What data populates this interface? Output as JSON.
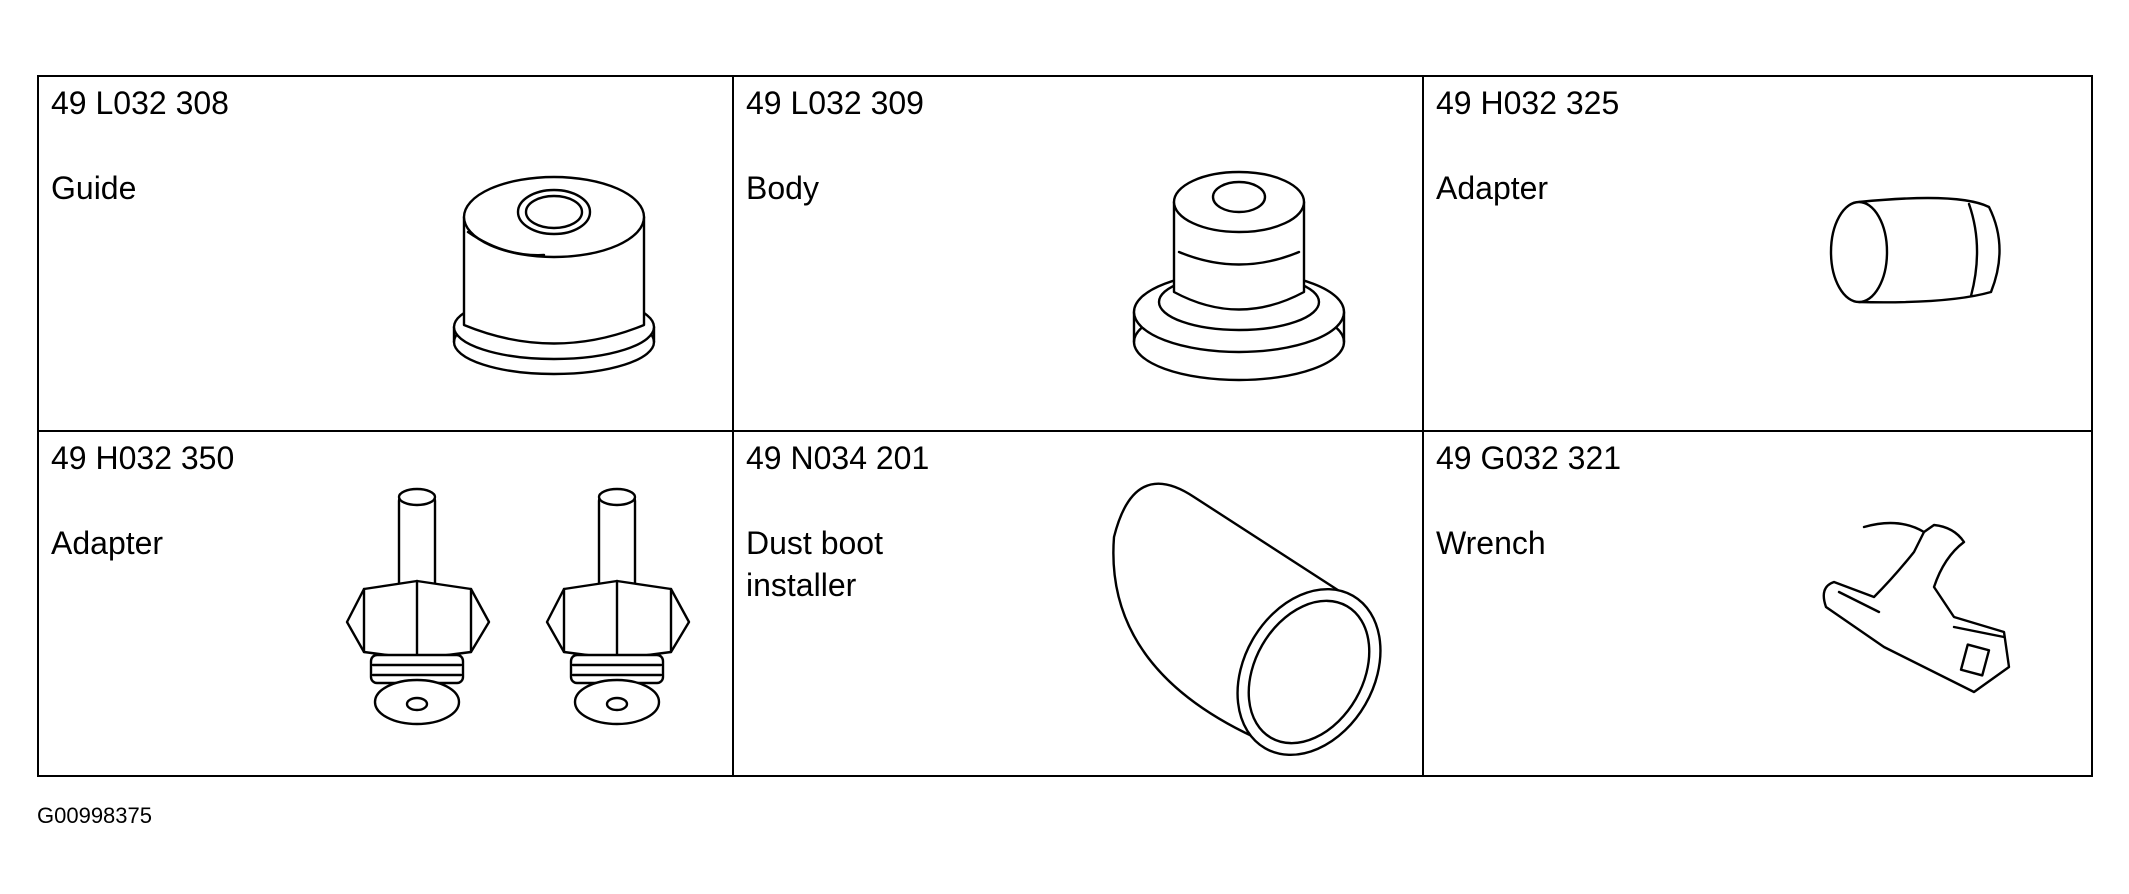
{
  "tools": [
    {
      "part_no": "49 L032 308",
      "name": "Guide",
      "icon": "guide-tool-icon"
    },
    {
      "part_no": "49 L032 309",
      "name": "Body",
      "icon": "body-tool-icon"
    },
    {
      "part_no": "49 H032 325",
      "name": "Adapter",
      "icon": "sleeve-adapter-icon"
    },
    {
      "part_no": "49 H032 350",
      "name": "Adapter",
      "icon": "hex-adapter-pair-icon"
    },
    {
      "part_no": "49 N034 201",
      "name": "Dust boot installer",
      "icon": "dust-boot-installer-icon"
    },
    {
      "part_no": "49 G032 321",
      "name": "Wrench",
      "icon": "wrench-icon"
    }
  ],
  "figure_id": "G00998375"
}
